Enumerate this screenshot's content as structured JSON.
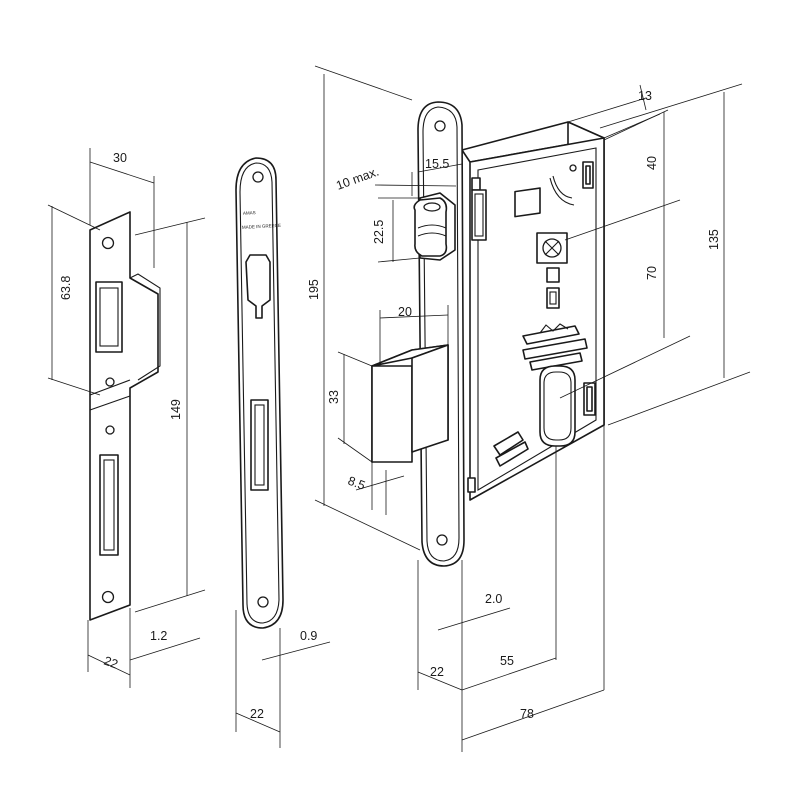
{
  "dimensions": {
    "strike_width": "30",
    "strike_latch_height": "63.8",
    "strike_height": "149",
    "strike_depth": "22",
    "strike_thickness": "1.2",
    "faceplate_thickness": "0.9",
    "faceplate_depth": "22",
    "lock_height": "195",
    "latch_projection": "10 max.",
    "latch_width": "15.5",
    "latch_height": "22.5",
    "bolt_throw": "20",
    "bolt_height": "33",
    "bolt_thickness": "8.5",
    "case_thickness": "13",
    "top_to_spindle": "40",
    "spindle_to_cylinder": "70",
    "case_height": "135",
    "forend_thickness": "2.0",
    "forend_width": "22",
    "backset": "55",
    "case_depth": "78"
  },
  "faceplate_marking": {
    "brand": "AMAS",
    "origin": "MADE IN GREECE"
  }
}
